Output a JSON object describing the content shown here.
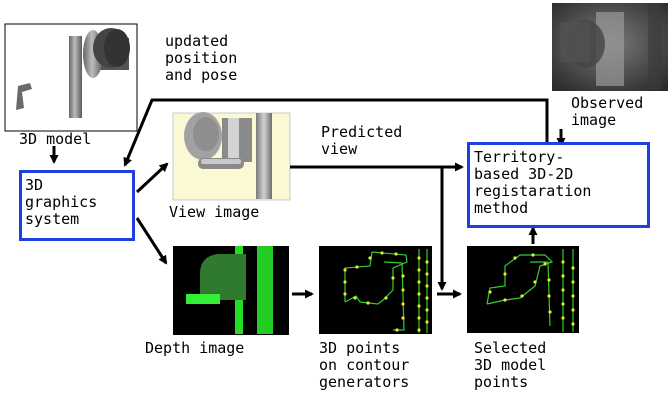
{
  "labels": {
    "model": "3D model",
    "updated": "updated\nposition\nand pose",
    "observed": "Observed\nimage",
    "predicted": "Predicted\nview",
    "graphics": "3D\ngraphics\nsystem",
    "view_image": "View image",
    "territory": "Territory-\nbased 3D-2D\nregistaration\nmethod",
    "depth_image": "Depth image",
    "contour_points": "3D points\non contour\ngenerators",
    "selected_points": "Selected\n3D model\npoints"
  },
  "colors": {
    "box_border": "#1f3fe0",
    "view_bg": "#fbf8d4",
    "depth_bright": "#22dd22",
    "depth_dark": "#2f7a2f",
    "contour_line": "#33cc33",
    "contour_dot": "#e8e830",
    "panel_black": "#000000"
  }
}
